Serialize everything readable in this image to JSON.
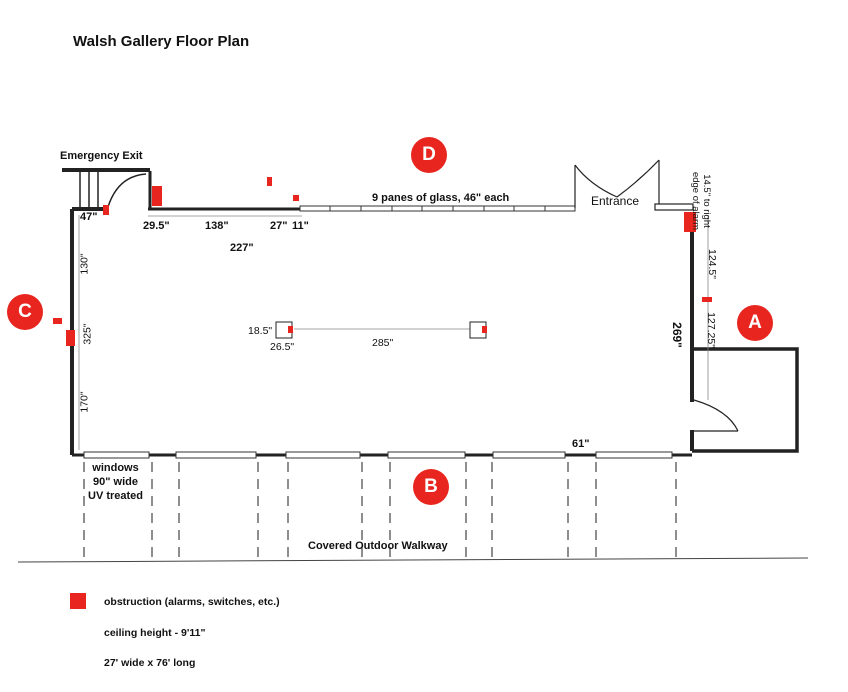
{
  "title": "Walsh Gallery Floor Plan",
  "badges": {
    "a": "A",
    "b": "B",
    "c": "C",
    "d": "D"
  },
  "labels": {
    "emergency_exit": "Emergency Exit",
    "glass": "9 panes of glass, 46\" each",
    "entrance": "Entrance",
    "alarm_line1": "14.5\" to right",
    "alarm_line2": "edge of alarm",
    "walkway": "Covered Outdoor Walkway",
    "windows_line1": "windows",
    "windows_line2": "90\" wide",
    "windows_line3": "UV treated"
  },
  "dimensions": {
    "d47": "47\"",
    "d29_5": "29.5\"",
    "d138": "138\"",
    "d27": "27\"",
    "d11": "11\"",
    "d227": "227\"",
    "d130": "130\"",
    "d325": "325\"",
    "d170": "170\"",
    "d18_5": "18.5\"",
    "d26_5": "26.5\"",
    "d285": "285\"",
    "d124_5": "124.5\"",
    "d127_25": "127.25\"",
    "d269": "269\"",
    "d61": "61\""
  },
  "legend": {
    "obstruction": "obstruction (alarms, switches, etc.)",
    "ceiling": "ceiling height - 9'11\"",
    "size": "27' wide x 76' long"
  },
  "colors": {
    "accent": "#e8251f",
    "wall": "#222222"
  }
}
